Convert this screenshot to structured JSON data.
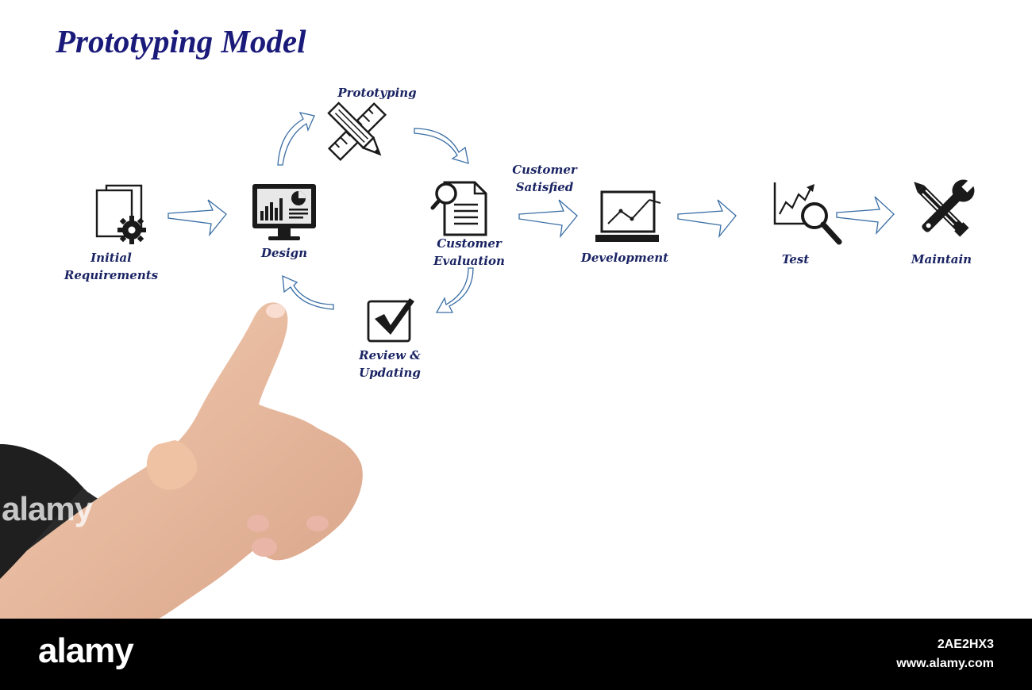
{
  "title": "Prototyping Model",
  "nodes": {
    "initial_requirements": {
      "label_line1": "Initial",
      "label_line2": "Requirements",
      "icon": "documents-gear-icon"
    },
    "design": {
      "label": "Design",
      "icon": "monitor-chart-icon"
    },
    "prototyping": {
      "label": "Prototyping",
      "icon": "pencil-ruler-icon"
    },
    "customer_evaluation": {
      "label_line1": "Customer",
      "label_line2": "Evaluation",
      "icon": "document-magnifier-icon"
    },
    "review_updating": {
      "label_line1": "Review &",
      "label_line2": "Updating",
      "icon": "checkbox-icon"
    },
    "customer_satisfied": {
      "label_line1": "Customer",
      "label_line2": "Satisfied"
    },
    "development": {
      "label": "Development",
      "icon": "laptop-chart-icon"
    },
    "test": {
      "label": "Test",
      "icon": "chart-magnifier-icon"
    },
    "maintain": {
      "label": "Maintain",
      "icon": "wrench-pencil-icon"
    }
  },
  "watermark": "alamy",
  "footer": {
    "brand": "alamy",
    "image_id": "2AE2HX3",
    "url": "www.alamy.com"
  },
  "colors": {
    "label": "#1a2463",
    "title": "#1a1a7a",
    "arrow": "#3a6ea5",
    "icon": "#1a1a1a",
    "footer": "#000000"
  }
}
